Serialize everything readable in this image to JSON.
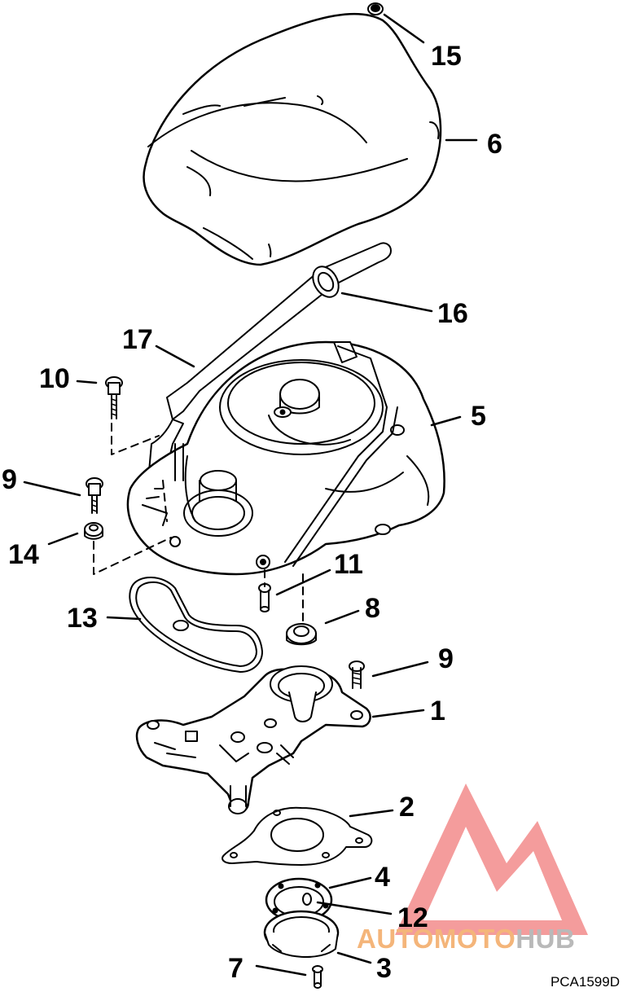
{
  "callouts": {
    "c15": "15",
    "c6": "6",
    "c16": "16",
    "c17": "17",
    "c10": "10",
    "c5": "5",
    "c9a": "9",
    "c14": "14",
    "c11": "11",
    "c13": "13",
    "c8": "8",
    "c9b": "9",
    "c1": "1",
    "c2": "2",
    "c4": "4",
    "c12": "12",
    "c7": "7",
    "c3": "3"
  },
  "figure_code": "PCA1599D",
  "watermark": {
    "part1": "AUTO",
    "part2": "MOTO",
    "part3": "HUB",
    "color_orange": "#f4b57a",
    "color_gray": "#b9b9b9",
    "color_logo": "#f28b8b"
  }
}
